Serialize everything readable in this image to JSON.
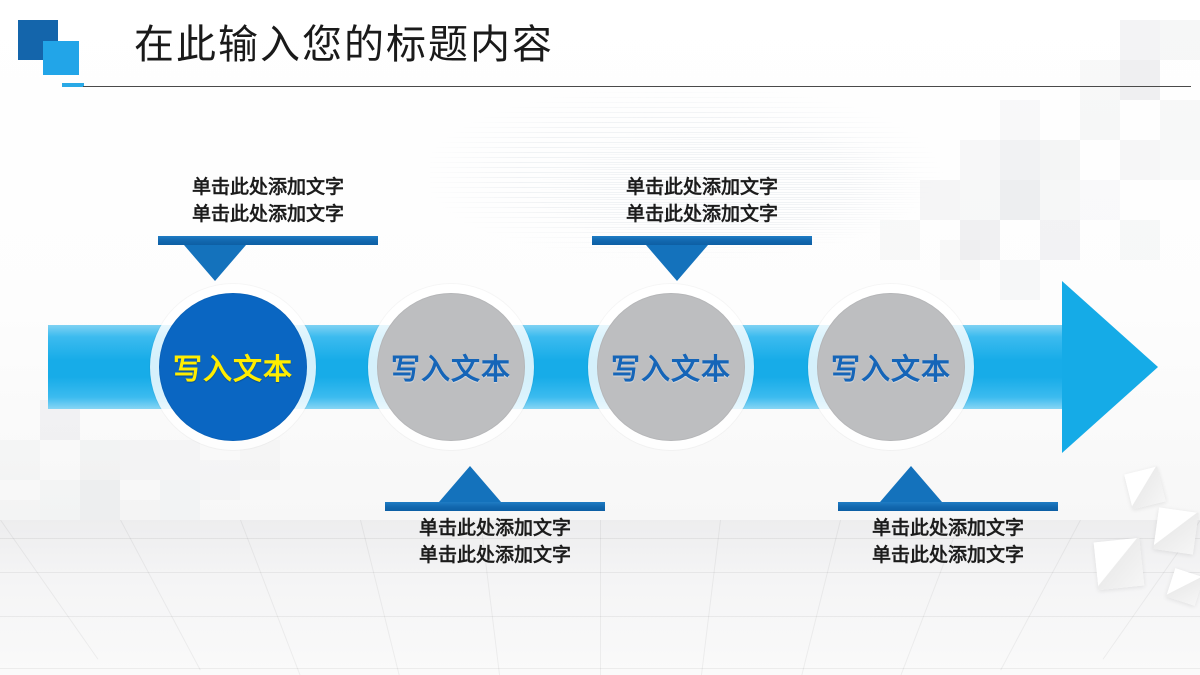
{
  "slide": {
    "title": "在此输入您的标题内容",
    "logo_name": "brand-squares-logo",
    "accent_blue": "#0a66c2",
    "accent_cyan": "#17ace8",
    "accent_yellow": "#ffed00",
    "idle_grey": "#bdbec0",
    "callout_bar_blue": "#1267ae"
  },
  "steps": [
    {
      "id": "step-1",
      "label": "写入文本",
      "state": "active"
    },
    {
      "id": "step-2",
      "label": "写入文本",
      "state": "idle"
    },
    {
      "id": "step-3",
      "label": "写入文本",
      "state": "idle"
    },
    {
      "id": "step-4",
      "label": "写入文本",
      "state": "idle"
    }
  ],
  "callouts": [
    {
      "id": "callout-1",
      "position": "above",
      "line1": "单击此处添加文字",
      "line2": "单击此处添加文字"
    },
    {
      "id": "callout-2",
      "position": "below",
      "line1": "单击此处添加文字",
      "line2": "单击此处添加文字"
    },
    {
      "id": "callout-3",
      "position": "above",
      "line1": "单击此处添加文字",
      "line2": "单击此处添加文字"
    },
    {
      "id": "callout-4",
      "position": "below",
      "line1": "单击此处添加文字",
      "line2": "单击此处添加文字"
    }
  ]
}
